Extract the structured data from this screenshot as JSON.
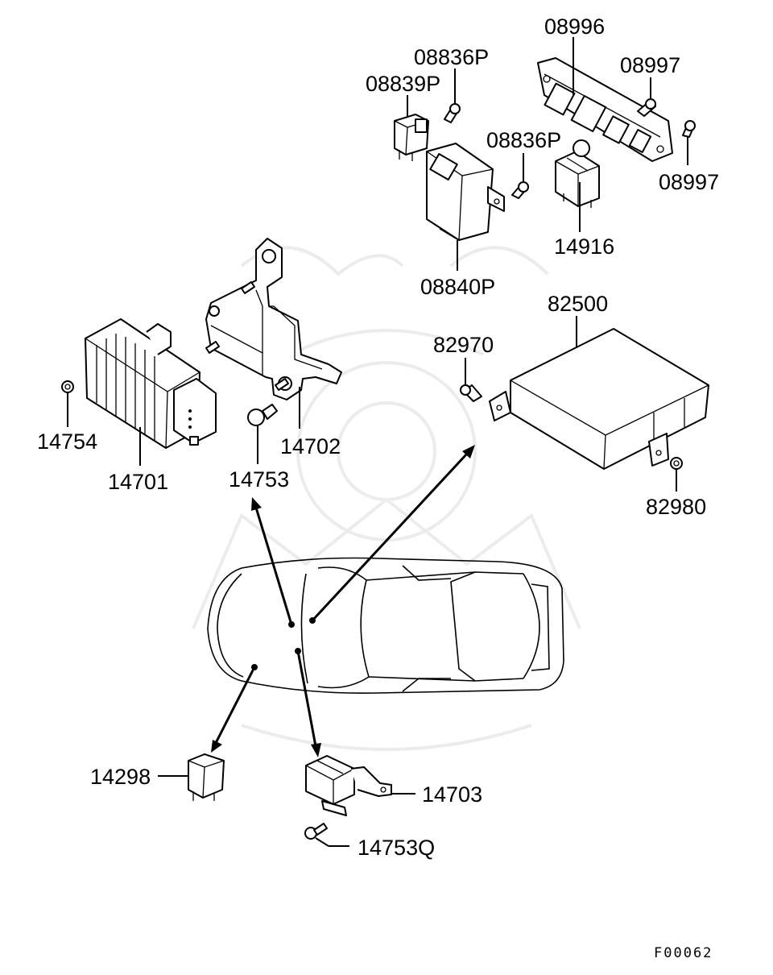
{
  "diagram": {
    "labels": {
      "p08996": "08996",
      "p08836P_a": "08836P",
      "p08997_a": "08997",
      "p08839P": "08839P",
      "p08836P_b": "08836P",
      "p08997_b": "08997",
      "p14916": "14916",
      "p08840P": "08840P",
      "p82500": "82500",
      "p82970": "82970",
      "p14754": "14754",
      "p14701": "14701",
      "p14753": "14753",
      "p14702": "14702",
      "p82980": "82980",
      "p14298": "14298",
      "p14703": "14703",
      "p14753Q": "14753Q"
    },
    "figure_code": "F00062"
  }
}
